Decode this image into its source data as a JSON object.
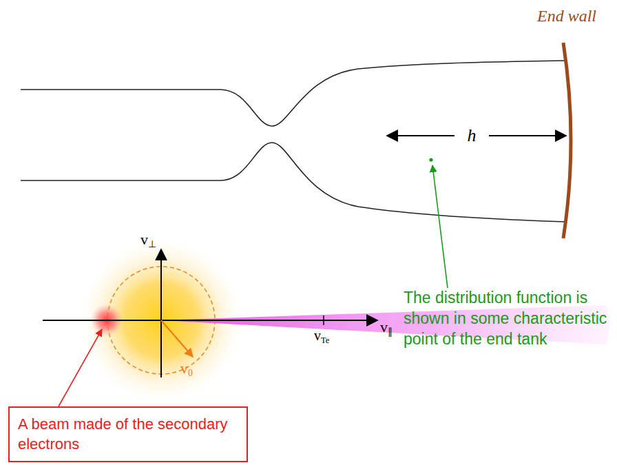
{
  "diagram": {
    "nodes": [
      {
        "text": [
          "A beam made of the secondary electrons"
        ]
      }
    ],
    "edges": [],
    "labels": [
      "End wall",
      "h",
      "v⊥",
      "v∥",
      "vTe",
      "v0",
      "The distribution function is shown in some characteristic point of the end tank"
    ]
  }
}
